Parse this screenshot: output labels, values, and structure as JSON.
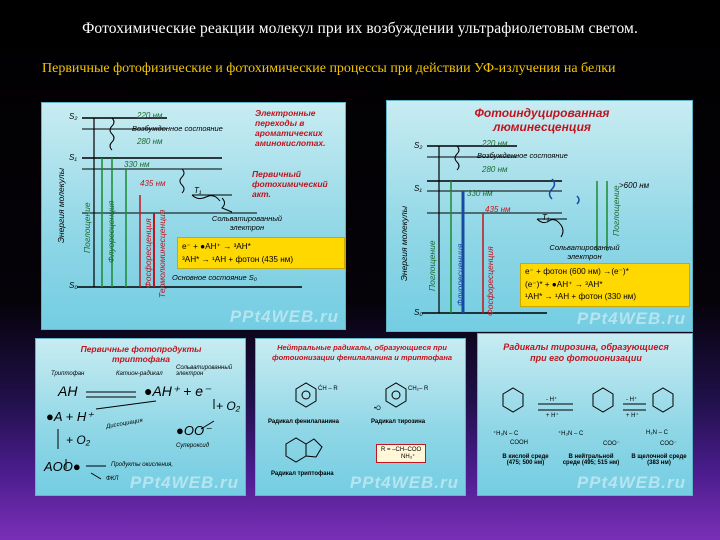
{
  "slide": {
    "title": "Фотохимические реакции молекул при их возбуждении ультрафиолетовым светом.",
    "subtitle": "Первичные фотофизические и фотохимические процессы при действии УФ-излучения на белки"
  },
  "watermark": "PPt4WEB.ru",
  "panel1": {
    "s2": "S₂",
    "s1": "S₁",
    "s0": "S₀",
    "nm220": "220 нм",
    "nm280": "280 нм",
    "nm330": "330 нм",
    "nm435": "435 нм",
    "excited": "Возбужденное состояние",
    "ground": "Основное состояние S₀",
    "t1": "T₁",
    "solvated": "Сольватированный электрон",
    "note1": "Электронные переходы в ароматических аминокислотах.",
    "note2": "Первичный фотохимический акт.",
    "axis": "Энергия молекулы",
    "absorb": "Поглощение",
    "fluor": "Флуоресценция",
    "phos": "Фосфоресценция",
    "thermo": "Термолюминесценция",
    "eq1": "e⁻ + ●AH⁺ → ³AH*",
    "eq2": "³AH* → ¹AH + фотон (435 нм)"
  },
  "panel2": {
    "title": "Фотоиндуцированная люминесценция",
    "s2": "S₂",
    "s1": "S₁",
    "s0": "S₀",
    "nm220": "220 нм",
    "nm280": "280 нм",
    "nm330": "330 нм",
    "nm435": "435 нм",
    "nm600": ">600 нм",
    "excited": "Возбужденное состояние",
    "t1": "T₁",
    "solvated": "Сольватированный электрон",
    "axis": "Энергия молекулы",
    "absorb": "Поглощение",
    "fluor": "Флуоресценция",
    "phos": "Фосфоресценция",
    "absorb2": "Поглощение",
    "eq1": "e⁻ + фотон (600 нм) →(e⁻)*",
    "eq2": "(e⁻)* + ●AH⁺ → ³AH*",
    "eq3": "¹AH* → ¹AH + фотон (330 нм)"
  },
  "panel3": {
    "title": "Первичные фотопродукты триптофана",
    "trp": "Триптофан",
    "cation": "Катион-радикал",
    "solv": "Сольватированный электрон",
    "ah": "AH",
    "ahplus": "●AH⁺ + e⁻",
    "aplus": "●A + H⁺",
    "plus_o2": "+ O₂",
    "plus_o2b": "+ O₂",
    "oo": "●OO⁻",
    "superoxide": "Суперокcид",
    "dissoc": "Диссоциация",
    "aoo": "AOO●",
    "products": "Продукты окисления,",
    "fkl": "ФКЛ"
  },
  "panel4": {
    "title": "Нейтральные радикалы, образующиеся при фотоионизации фенилаланина и триптофана",
    "phe_rad": "Радикал фенилаланина",
    "tyr_rad": "Радикал тирозина",
    "trp_rad": "Радикал триптофана",
    "r_formula": "R = –CH–COO",
    "r_nh": "NH₃⁺",
    "ch_r": "ĊH – R",
    "ch2_r": "CH₂– R",
    "o_dot": "•O"
  },
  "panel5": {
    "title": "Радикалы тирозина, образующиеся при его фотоионизации",
    "acid": "В кислой среде (475; 500 нм)",
    "neutral": "В нейтральной среде (495; 515 нм)",
    "alkaline": "В щелочной среде (383 нм)",
    "minus_h": "- H⁺",
    "plus_h": "+ H⁺",
    "cooh": "COOH",
    "coo": "COO⁻",
    "h3n": "⁺H₃N – C",
    "h2n": "H₂N – C"
  }
}
